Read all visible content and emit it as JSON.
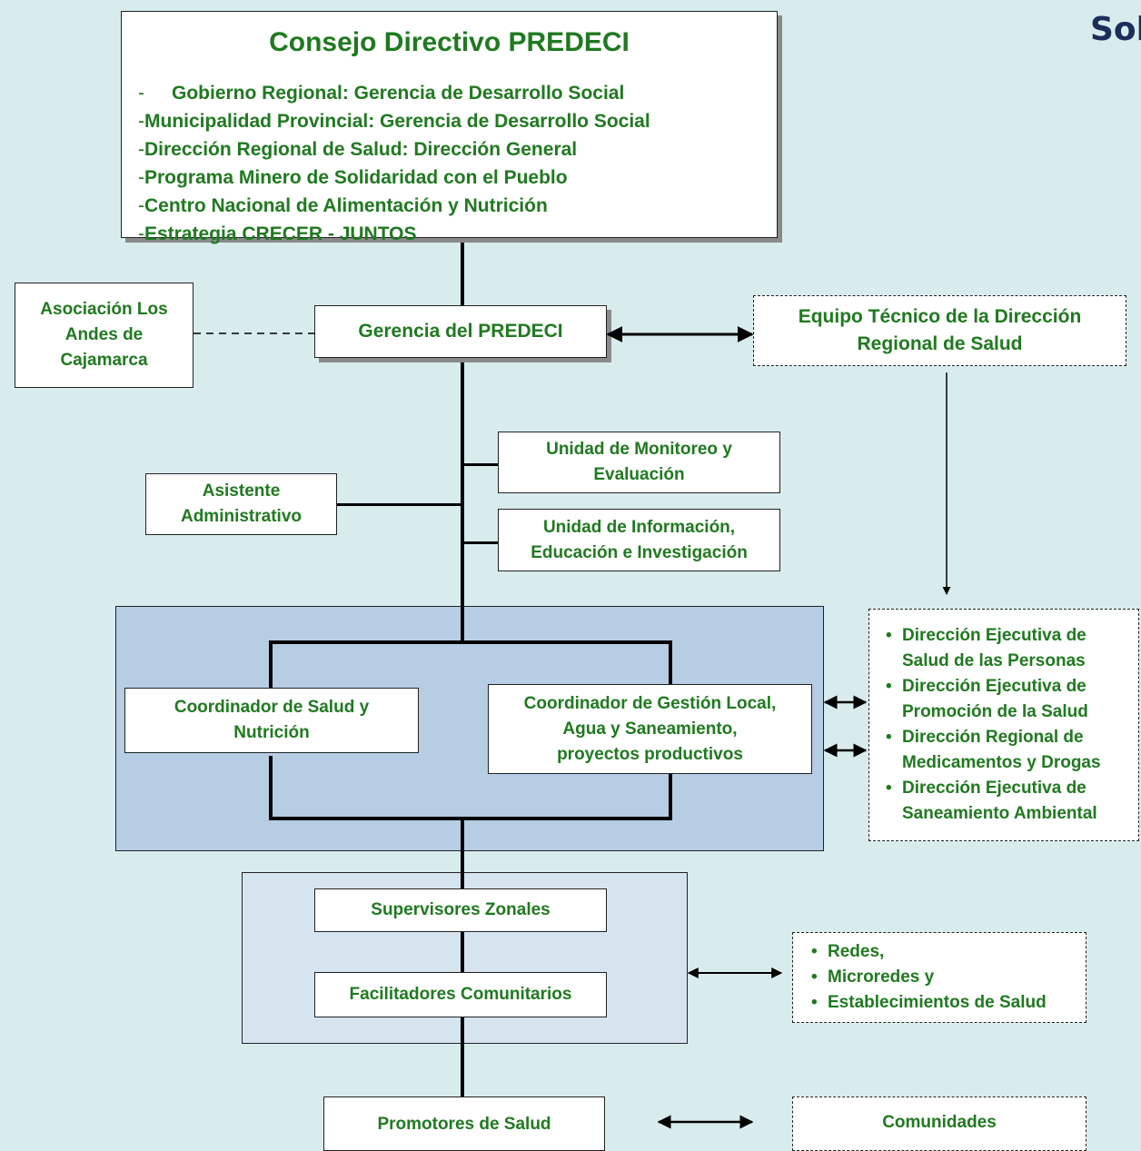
{
  "corner_logo": "Sol",
  "consejo": {
    "title": "Consejo Directivo PREDECI",
    "members": [
      "Gobierno Regional: Gerencia de Desarrollo Social",
      "Municipalidad Provincial: Gerencia de Desarrollo Social",
      "Dirección Regional de Salud: Dirección General",
      "Programa Minero de Solidaridad con el Pueblo",
      "Centro Nacional de Alimentación y Nutrición",
      "Estrategia CRECER - JUNTOS"
    ]
  },
  "asociacion": [
    "Asociación Los",
    "Andes de",
    "Cajamarca"
  ],
  "gerencia": "Gerencia del PREDECI",
  "equipo_tecnico": [
    "Equipo Técnico de la Dirección",
    "Regional de Salud"
  ],
  "unidad_monitoreo": [
    "Unidad de Monitoreo y",
    "Evaluación"
  ],
  "unidad_informacion": [
    "Unidad de Información,",
    "Educación e Investigación"
  ],
  "asistente": [
    "Asistente",
    "Administrativo"
  ],
  "coordinador_salud": [
    "Coordinador de Salud y",
    "Nutrición"
  ],
  "coordinador_gestion": [
    "Coordinador de Gestión Local,",
    "Agua y Saneamiento,",
    "proyectos  productivos"
  ],
  "direcciones": [
    [
      "Dirección Ejecutiva de",
      "Salud de las Personas"
    ],
    [
      "Dirección Ejecutiva de",
      "Promoción de la Salud"
    ],
    [
      "Dirección Regional de",
      "Medicamentos y Drogas"
    ],
    [
      "Dirección Ejecutiva de",
      "Saneamiento Ambiental"
    ]
  ],
  "supervisores": "Supervisores Zonales",
  "facilitadores": "Facilitadores Comunitarios",
  "redes": [
    "Redes,",
    "Microredes y",
    "Establecimientos de Salud"
  ],
  "promotores": "Promotores de Salud",
  "comunidades": "Comunidades",
  "colors": {
    "text_green": "#1f7a1f",
    "background": "#d8ecee",
    "panel_dark": "#b7cde4",
    "panel_light": "#d6e4f0"
  }
}
